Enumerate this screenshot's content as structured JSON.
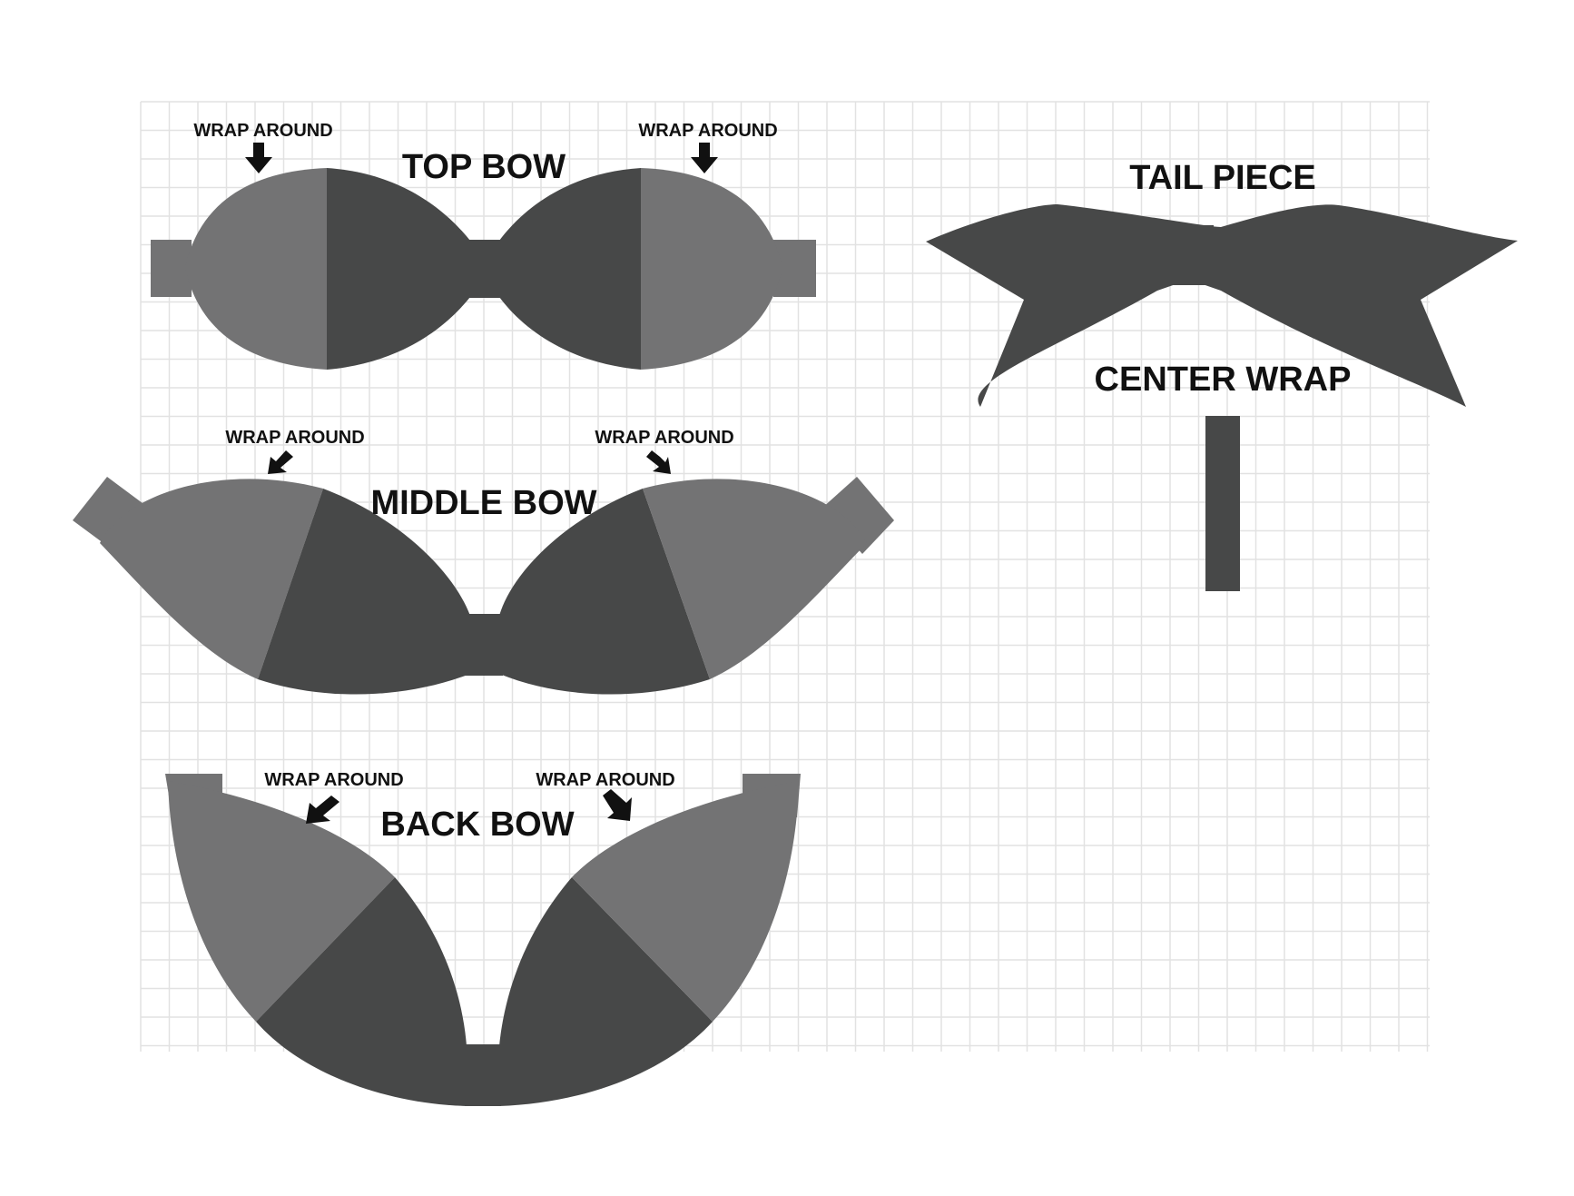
{
  "colors": {
    "dark": "#474848",
    "light": "#737374",
    "grid": "#e2e2e2",
    "text": "#111111",
    "arrow": "#111111"
  },
  "top_bow": {
    "title": "TOP BOW",
    "wrap_left": "WRAP AROUND",
    "wrap_right": "WRAP AROUND"
  },
  "middle_bow": {
    "title": "MIDDLE BOW",
    "wrap_left": "WRAP AROUND",
    "wrap_right": "WRAP AROUND"
  },
  "back_bow": {
    "title": "BACK BOW",
    "wrap_left": "WRAP AROUND",
    "wrap_right": "WRAP AROUND"
  },
  "tail_piece": {
    "title": "TAIL PIECE"
  },
  "center_wrap": {
    "title": "CENTER WRAP"
  },
  "icons": {
    "arrow_down": "arrow-down-icon",
    "arrow_diagonal": "arrow-diagonal-icon"
  }
}
